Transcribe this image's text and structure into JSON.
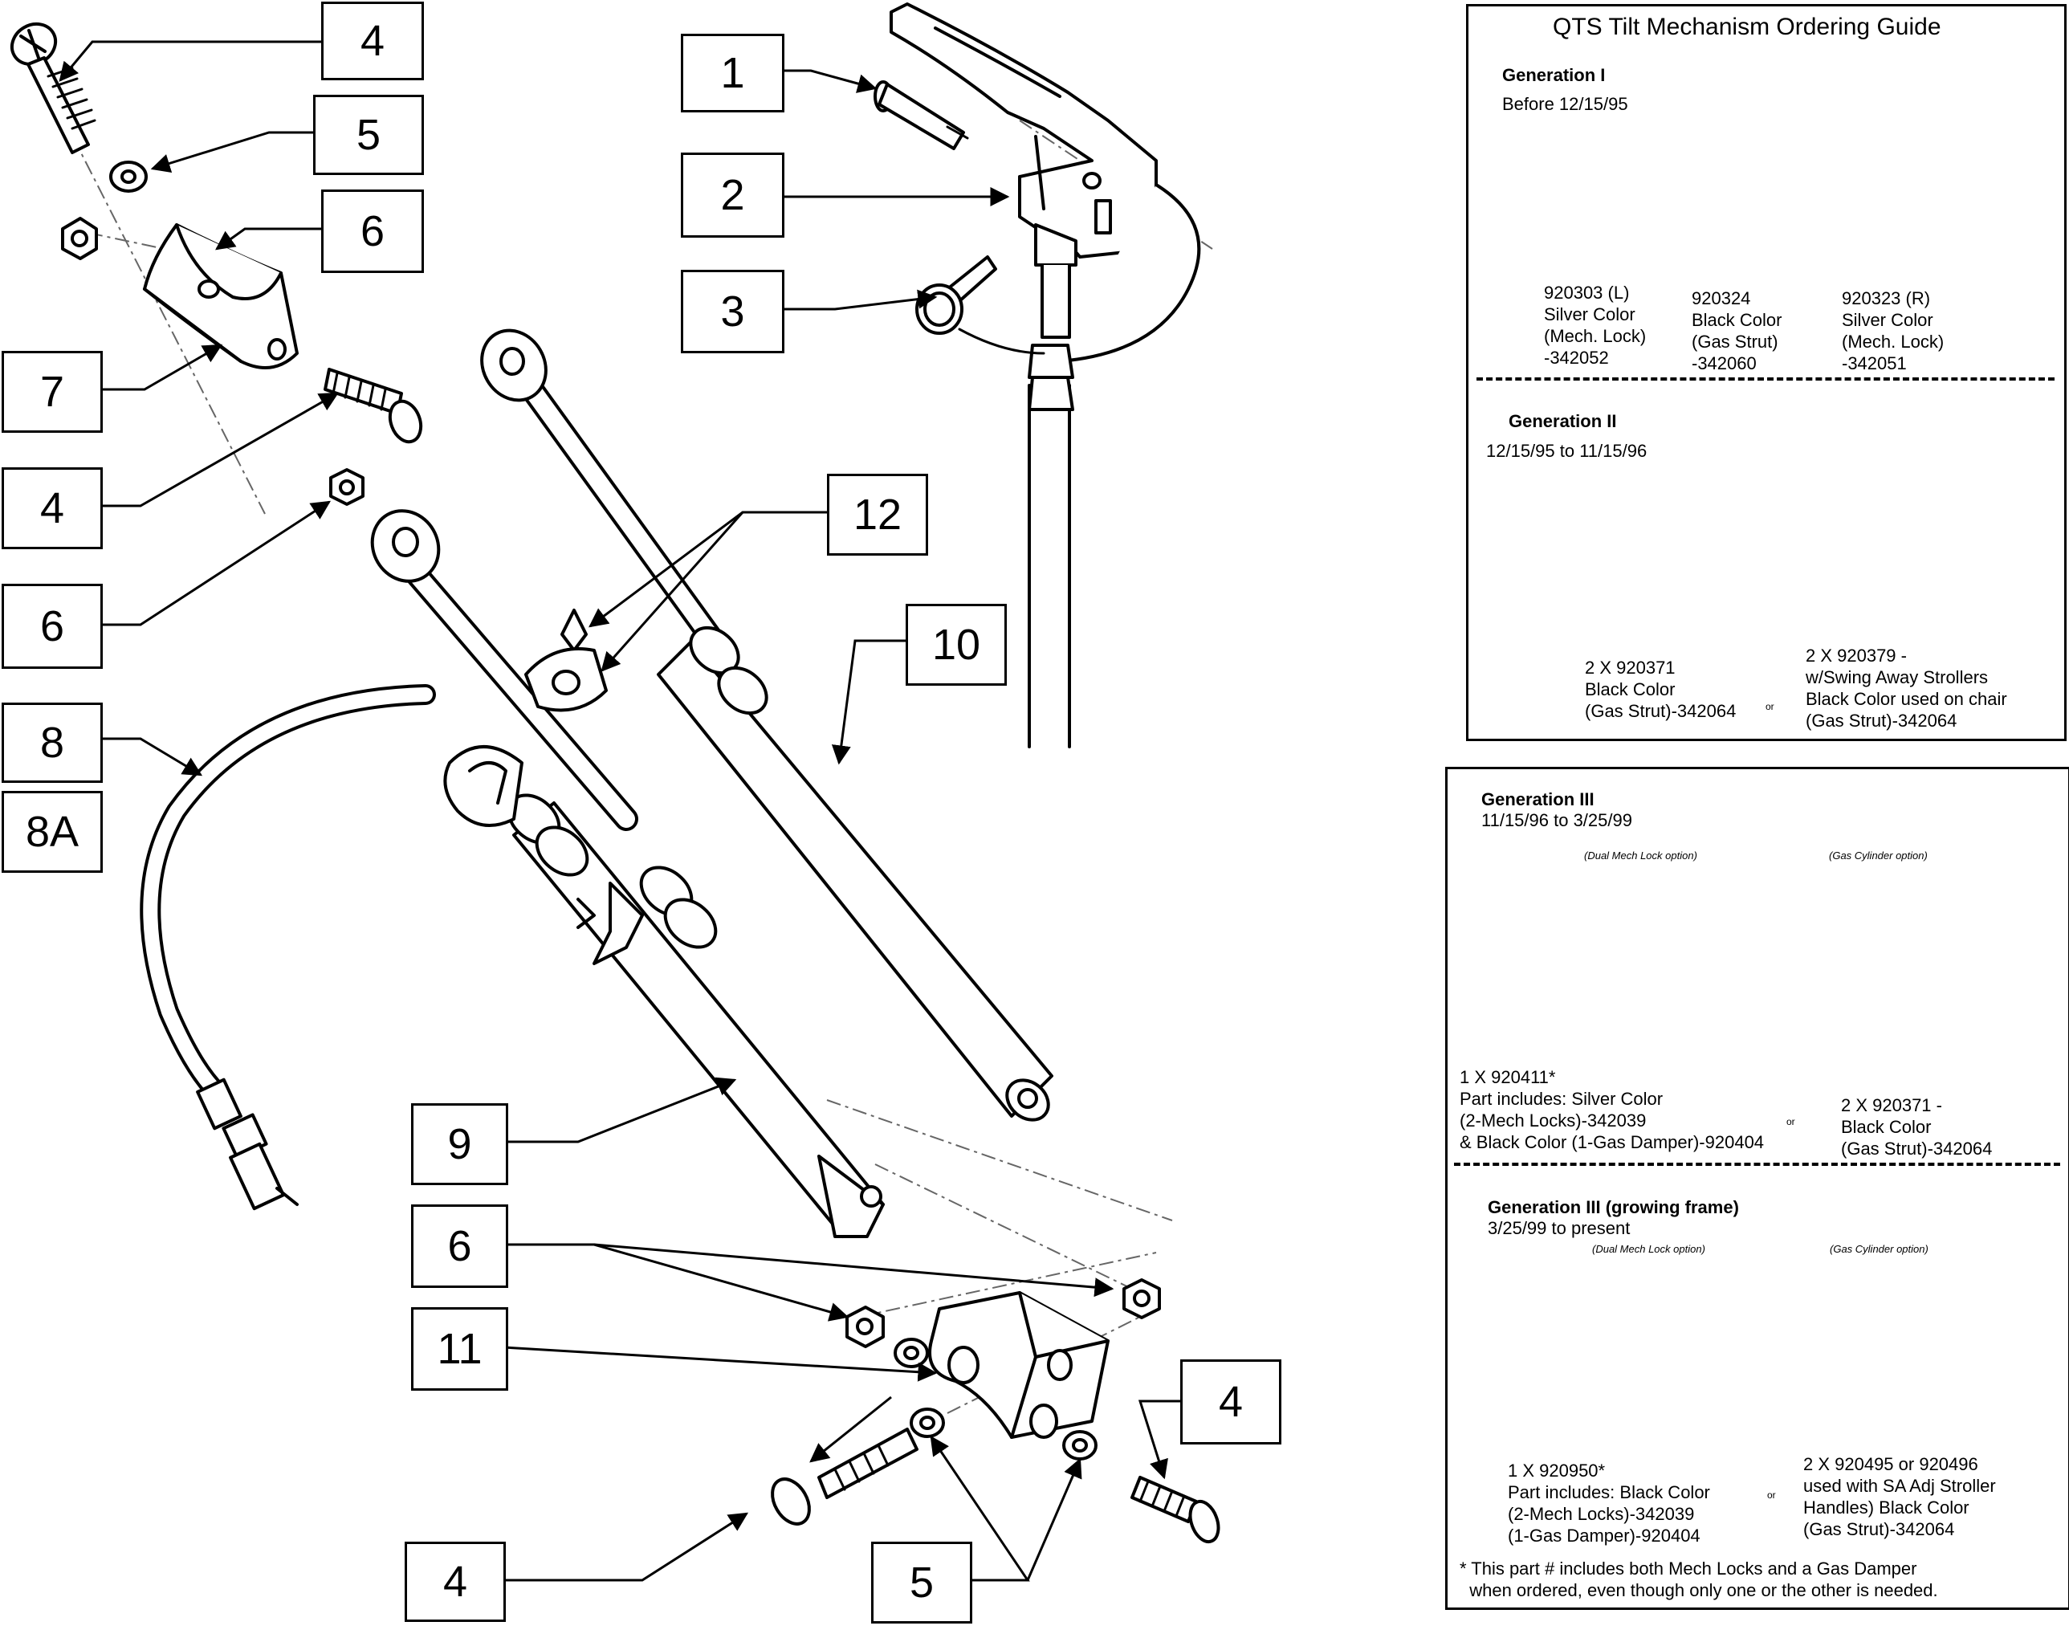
{
  "callouts": [
    {
      "id": "c4a",
      "label": "4"
    },
    {
      "id": "c5a",
      "label": "5"
    },
    {
      "id": "c6a",
      "label": "6"
    },
    {
      "id": "c7",
      "label": "7"
    },
    {
      "id": "c4b",
      "label": "4"
    },
    {
      "id": "c6b",
      "label": "6"
    },
    {
      "id": "c8",
      "label": "8"
    },
    {
      "id": "c8a",
      "label": "8A"
    },
    {
      "id": "c1",
      "label": "1"
    },
    {
      "id": "c2",
      "label": "2"
    },
    {
      "id": "c3",
      "label": "3"
    },
    {
      "id": "c12",
      "label": "12"
    },
    {
      "id": "c10",
      "label": "10"
    },
    {
      "id": "c9",
      "label": "9"
    },
    {
      "id": "c6c",
      "label": "6"
    },
    {
      "id": "c11",
      "label": "11"
    },
    {
      "id": "c4c",
      "label": "4"
    },
    {
      "id": "c4d",
      "label": "4"
    },
    {
      "id": "c5b",
      "label": "5"
    }
  ],
  "guide": {
    "title": "QTS Tilt Mechanism Ordering Guide",
    "gen1": {
      "heading": "Generation I",
      "date": "Before 12/15/95",
      "parts": [
        {
          "text": "920303 (L)\nSilver Color\n(Mech. Lock)\n-342052"
        },
        {
          "text": "920324\nBlack Color\n(Gas Strut)\n-342060"
        },
        {
          "text": "920323 (R)\nSilver Color\n(Mech. Lock)\n-342051"
        }
      ]
    },
    "gen2": {
      "heading": "Generation II",
      "date": "12/15/95 to 11/15/96",
      "parts": [
        {
          "text": "2 X 920371\nBlack Color\n(Gas Strut)-342064"
        },
        {
          "text": "2 X 920379 -\nw/Swing Away Strollers\nBlack Color used on chair\n(Gas Strut)-342064"
        }
      ],
      "or": "or"
    },
    "gen3": {
      "heading": "Generation III",
      "date": "11/15/96 to 3/25/99",
      "option_left": "(Dual Mech Lock option)",
      "option_right": "(Gas Cylinder option)",
      "parts": [
        {
          "text": "1 X 920411*\nPart includes: Silver Color\n(2-Mech Locks)-342039\n& Black Color (1-Gas Damper)-920404"
        },
        {
          "text": "2 X 920371 -\nBlack Color\n(Gas Strut)-342064"
        }
      ],
      "or": "or"
    },
    "gen3g": {
      "heading": "Generation III (growing frame)",
      "date": "3/25/99 to present",
      "option_left": "(Dual Mech Lock option)",
      "option_right": "(Gas Cylinder option)",
      "parts": [
        {
          "text": "1 X 920950*\nPart includes: Black Color\n(2-Mech Locks)-342039\n(1-Gas Damper)-920404"
        },
        {
          "text": "2 X 920495 or 920496\nused with SA Adj Stroller\nHandles) Black Color\n(Gas Strut)-342064"
        }
      ],
      "or": "or",
      "footnote": "* This part # includes both Mech Locks and a Gas Damper\n  when ordered, even though only one or the other is needed."
    }
  }
}
